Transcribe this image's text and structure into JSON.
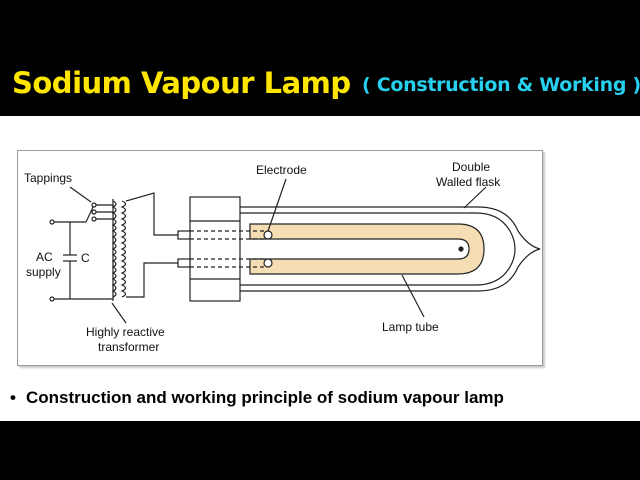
{
  "header": {
    "title": "Sodium Vapour Lamp",
    "subtitle": "( Construction & Working )"
  },
  "diagram": {
    "labels": {
      "tappings": "Tappings",
      "ac_supply_line1": "AC",
      "ac_supply_line2": "supply",
      "capacitor": "C",
      "transformer_line1": "Highly reactive",
      "transformer_line2": "transformer",
      "electrode": "Electrode",
      "flask_line1": "Double",
      "flask_line2": "Walled flask",
      "lamp_tube": "Lamp tube"
    },
    "colors": {
      "lamp_tube_fill": "#f5deb3",
      "line": "#222222"
    }
  },
  "caption": {
    "bullet": "•",
    "text": "Construction and working principle of sodium vapour lamp"
  },
  "theme": {
    "title_color": "#ffe600",
    "subtitle_color": "#27d0ee"
  }
}
